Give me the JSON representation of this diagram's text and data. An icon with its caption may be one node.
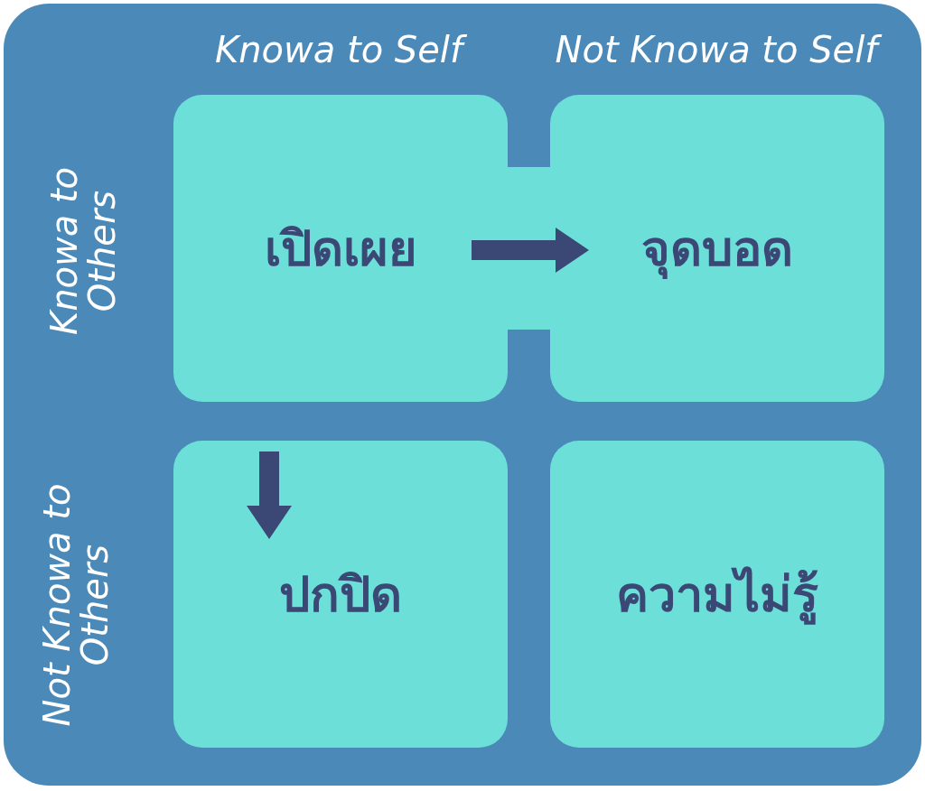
{
  "diagram": {
    "nodes": [
      {
        "text": [
          "เปิดเผย"
        ]
      },
      {
        "text": [
          "จุดบอด"
        ]
      },
      {
        "text": [
          "ปกปิด"
        ]
      },
      {
        "text": [
          "ความไม่รู้"
        ]
      }
    ],
    "edges": [
      {
        "from": 0,
        "to": 1,
        "arrow": "to"
      },
      {
        "from": null,
        "to": 2,
        "arrow": "to"
      }
    ],
    "labels": [
      "Knowa to Self",
      "Not Knowa to Self",
      "Knowa to Others",
      "Not Knowa to Others"
    ]
  }
}
